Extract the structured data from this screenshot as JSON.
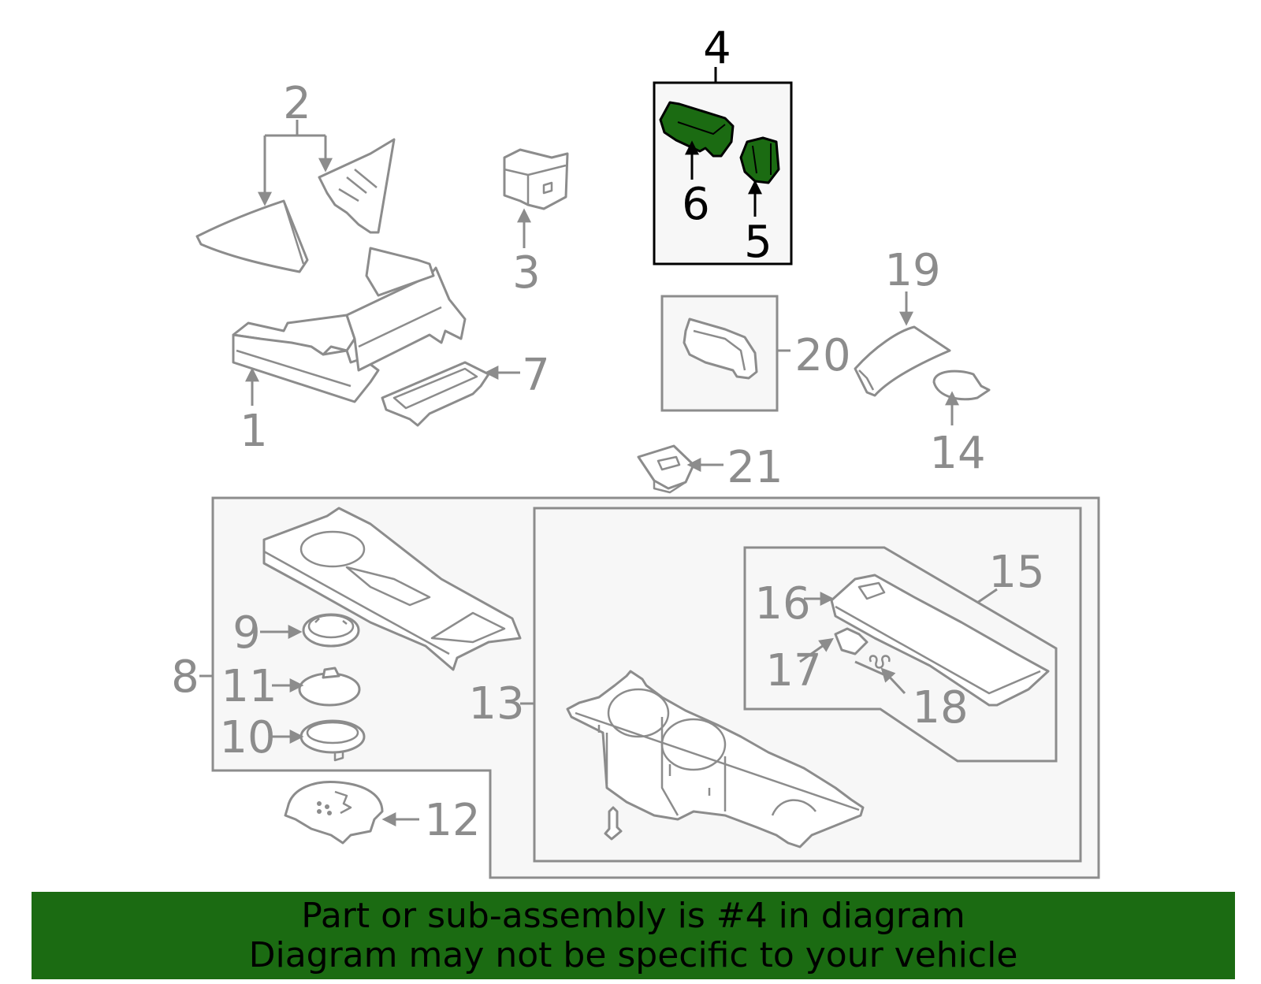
{
  "callouts": [
    "1",
    "2",
    "3",
    "4",
    "5",
    "6",
    "7",
    "8",
    "9",
    "10",
    "11",
    "12",
    "13",
    "14",
    "15",
    "16",
    "17",
    "18",
    "19",
    "20",
    "21"
  ],
  "highlight": {
    "part_number": "4",
    "color": "#1b6b12"
  },
  "colors": {
    "line": "#8c8c8c",
    "box_fill": "#f7f7f7",
    "banner": "#1b6b12"
  },
  "banner": {
    "line1": "Part or sub-assembly is #4 in diagram",
    "line2": "Diagram may not be specific to your vehicle"
  }
}
